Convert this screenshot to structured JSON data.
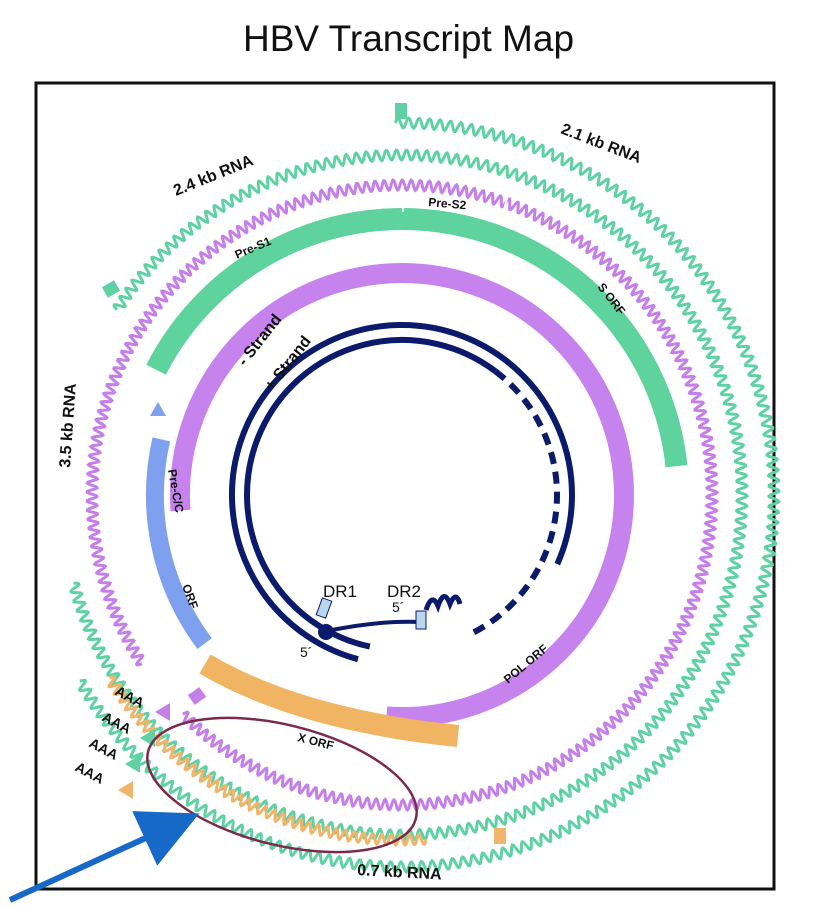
{
  "title": "HBV Transcript Map",
  "colors": {
    "rna_green": "#5fd1a4",
    "rna_purple": "#c57fe8",
    "rna_orange": "#f0b56a",
    "orf_green": "#5fd39d",
    "pol_orf": "#c683ee",
    "precore": "#7fa0ef",
    "x_orf": "#f1b463",
    "dna": "#0b1a6b",
    "ellipse": "#7a2a4a",
    "arrow": "#1769c8"
  },
  "labels": {
    "rna_2_4": "2.4 kb RNA",
    "rna_2_1": "2.1 kb RNA",
    "rna_3_5": "3.5 kb RNA",
    "rna_0_7": "0.7 kb RNA",
    "pre_s1": "Pre-S1",
    "pre_s2": "Pre-S2",
    "s_orf": "S ORF",
    "pre_c": "Pre-C/C",
    "c_orf": "ORF",
    "pol_orf": "POL ORF",
    "x_orf": "X ORF",
    "minus_strand": "- Strand",
    "plus_strand": "+ Strand",
    "dr1": "DR1",
    "dr2": "DR2",
    "five_prime_a": "5´",
    "five_prime_b": "5´",
    "aaa_1": "AAA",
    "aaa_2": "AAA",
    "aaa_3": "AAA",
    "aaa_4": "AAA"
  }
}
